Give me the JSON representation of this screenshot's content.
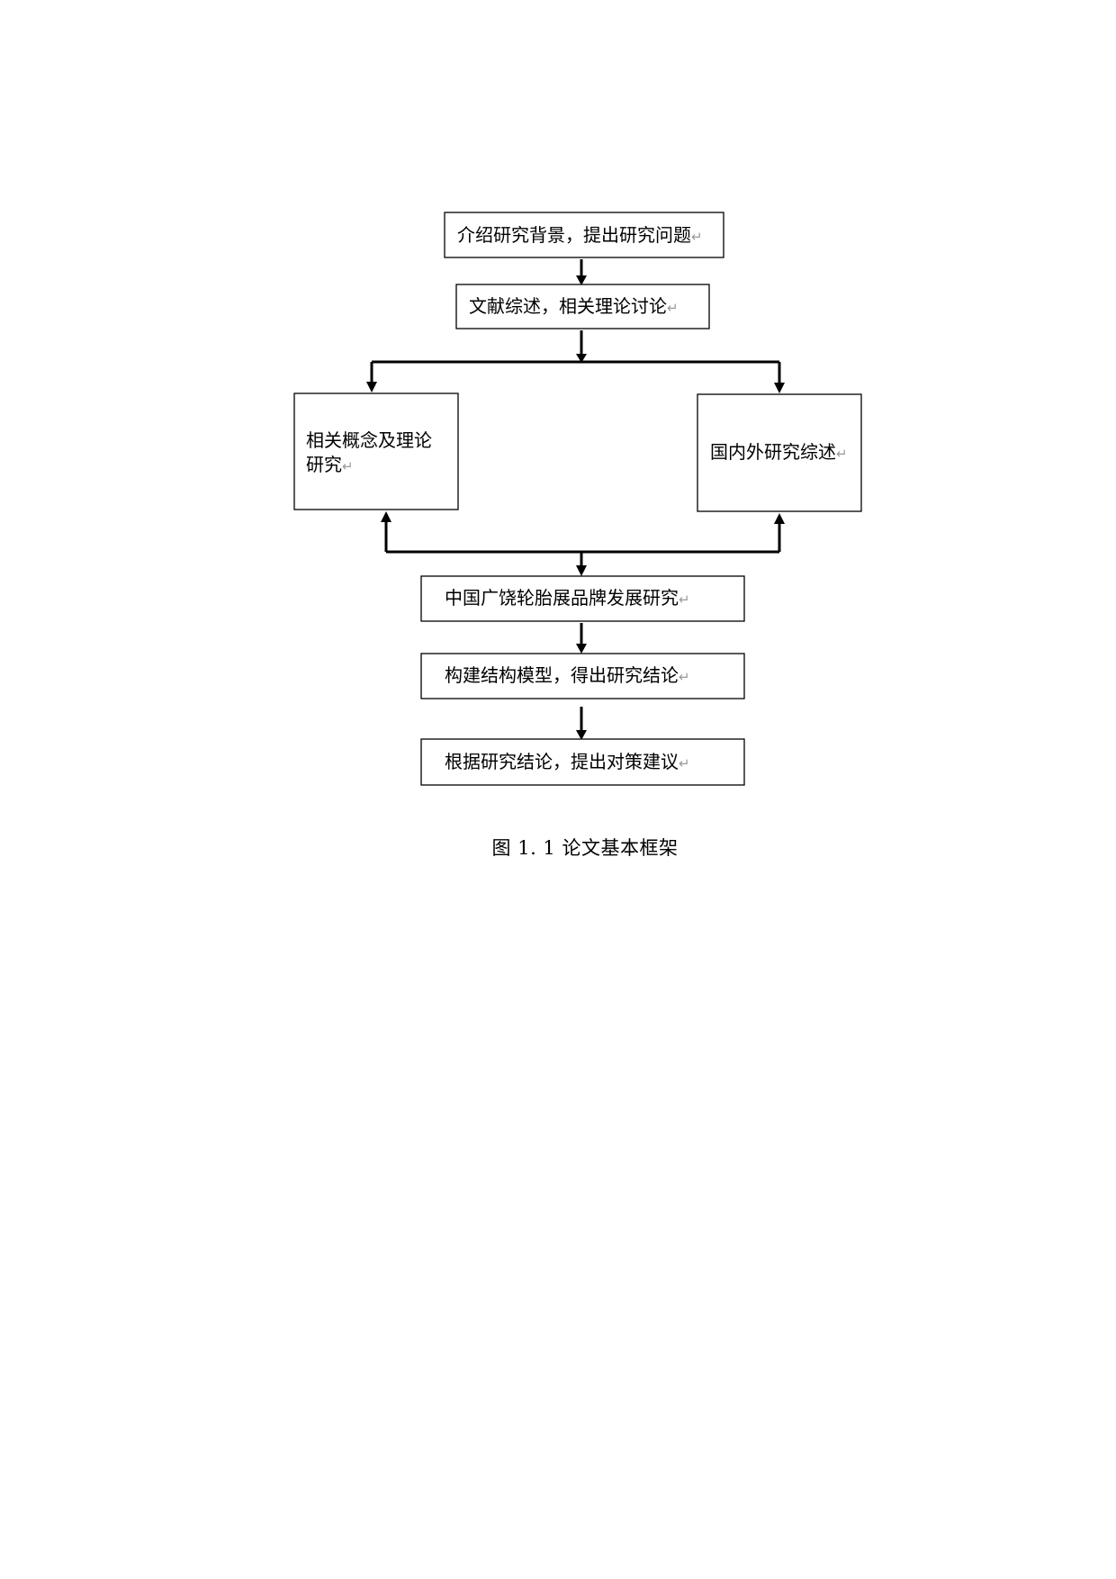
{
  "diagram": {
    "nodes": {
      "step1": "介绍研究背景，提出研究问题",
      "step2": "文献综述，相关理论讨论",
      "left_line1": "相关概念及理论",
      "left_line2": "研究",
      "right": "国内外研究综述",
      "step3": "中国广饶轮胎展品牌发展研究",
      "step4": "构建结构模型，得出研究结论",
      "step5": "根据研究结论，提出对策建议"
    },
    "paragraph_mark": "↵"
  },
  "caption": "图 1. 1 论文基本框架"
}
